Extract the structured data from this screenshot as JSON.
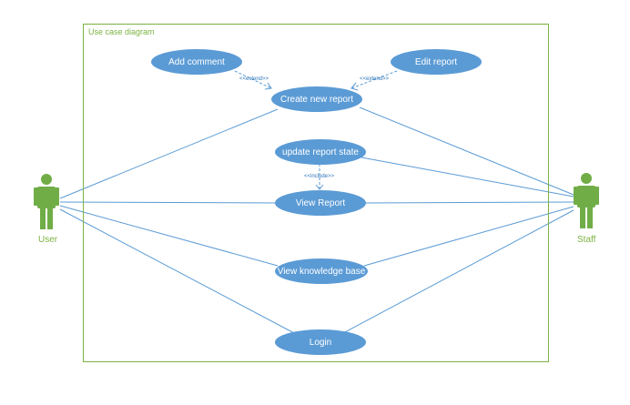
{
  "diagram": {
    "title": "Use case diagram",
    "colors": {
      "boundary": "#7cb342",
      "actor": "#70ad47",
      "usecase_fill": "#5b9bd5",
      "line": "#5b9bd5",
      "label_text": "#2e75b6"
    },
    "actors": {
      "user": {
        "label": "User"
      },
      "staff": {
        "label": "Staff"
      }
    },
    "usecases": {
      "add_comment": "Add comment",
      "edit_report": "Edit report",
      "create_report": "Create new report",
      "update_state": "update report state",
      "view_report": "View Report",
      "view_kb": "View knowledge base",
      "login": "Login"
    },
    "relations": {
      "extend_left": "<<extend>>",
      "extend_right": "<<extend>>",
      "include": "<<include>>"
    }
  }
}
